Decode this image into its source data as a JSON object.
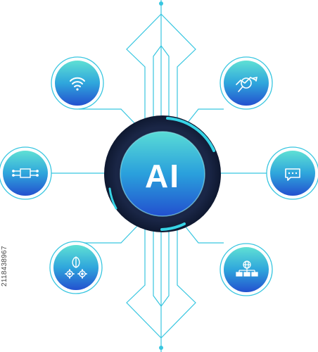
{
  "hub": {
    "label": "AI"
  },
  "nodes": [
    {
      "id": "wifi",
      "icon": "wifi-icon"
    },
    {
      "id": "analytics",
      "icon": "magnifier-chart-icon"
    },
    {
      "id": "chip",
      "icon": "chip-circuit-icon"
    },
    {
      "id": "chat",
      "icon": "chat-bubble-icon"
    },
    {
      "id": "gears",
      "icon": "leaf-gears-icon"
    },
    {
      "id": "network",
      "icon": "globe-network-icon"
    }
  ],
  "watermark": {
    "stock_id": "2118438967"
  },
  "colors": {
    "line": "#38c6e0",
    "ring_dark": "#1c2a4a",
    "ring_accent": "#37d4e6",
    "node_top": "#56d8d6",
    "node_bottom": "#2358d0"
  }
}
